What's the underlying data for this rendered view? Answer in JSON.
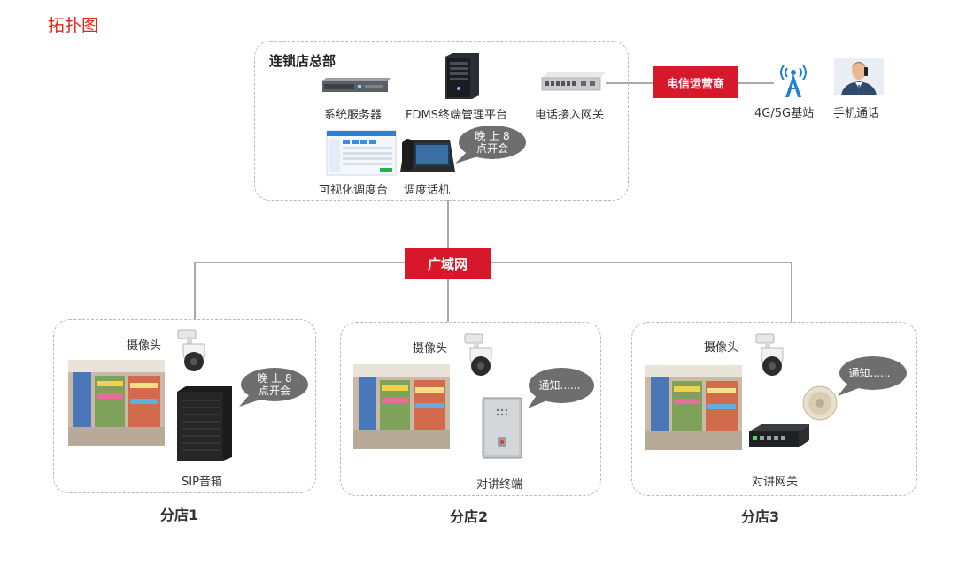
{
  "title": "拓扑图",
  "headquarters": {
    "title": "连锁店总部",
    "system_server": "系统服务器",
    "fdms_platform": "FDMS终端管理平台",
    "phone_gateway": "电话接入网关",
    "visual_console": "可视化调度台",
    "dispatch_phone": "调度话机",
    "bubble": "晚 上 8\n点开会"
  },
  "telecom": {
    "label": "电信运营商",
    "base_station": "4G/5G基站",
    "mobile_call": "手机通话"
  },
  "wan": {
    "label": "广域网"
  },
  "branches": [
    {
      "name": "分店1",
      "camera": "摄像头",
      "device": "SIP音箱",
      "bubble": "晚 上 8\n点开会"
    },
    {
      "name": "分店2",
      "camera": "摄像头",
      "device": "对讲终端",
      "bubble": "通知......"
    },
    {
      "name": "分店3",
      "camera": "摄像头",
      "device": "对讲网关",
      "bubble": "通知......"
    }
  ],
  "colors": {
    "accent": "#d7182a",
    "bubble": "#6e6e6e",
    "line": "#a9a9a9",
    "dashed_border": "#b8b8b8"
  }
}
